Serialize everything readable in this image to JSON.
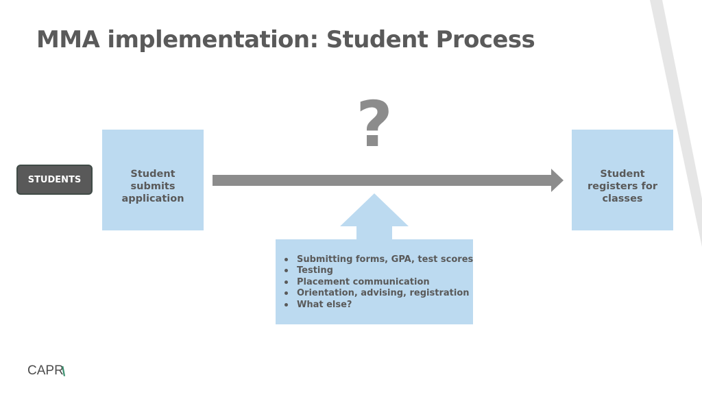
{
  "slide": {
    "title": "MMA implementation: Student Process"
  },
  "diagram": {
    "start_label": "STUDENTS",
    "step_submit": "Student submits application",
    "step_register": "Student registers for classes",
    "unknown_marker": "?",
    "details": [
      "Submitting forms, GPA, test scores",
      "Testing",
      "Placement communication",
      "Orientation, advising, registration",
      "What else?"
    ]
  },
  "logo": {
    "text": "CAPR",
    "mark": "\\"
  },
  "colors": {
    "box_fill": "#bcdaf0",
    "students_fill": "#595959",
    "arrow_gray": "#8c8c8c",
    "text_gray": "#595959",
    "logo_accent": "#3a8f6e"
  }
}
